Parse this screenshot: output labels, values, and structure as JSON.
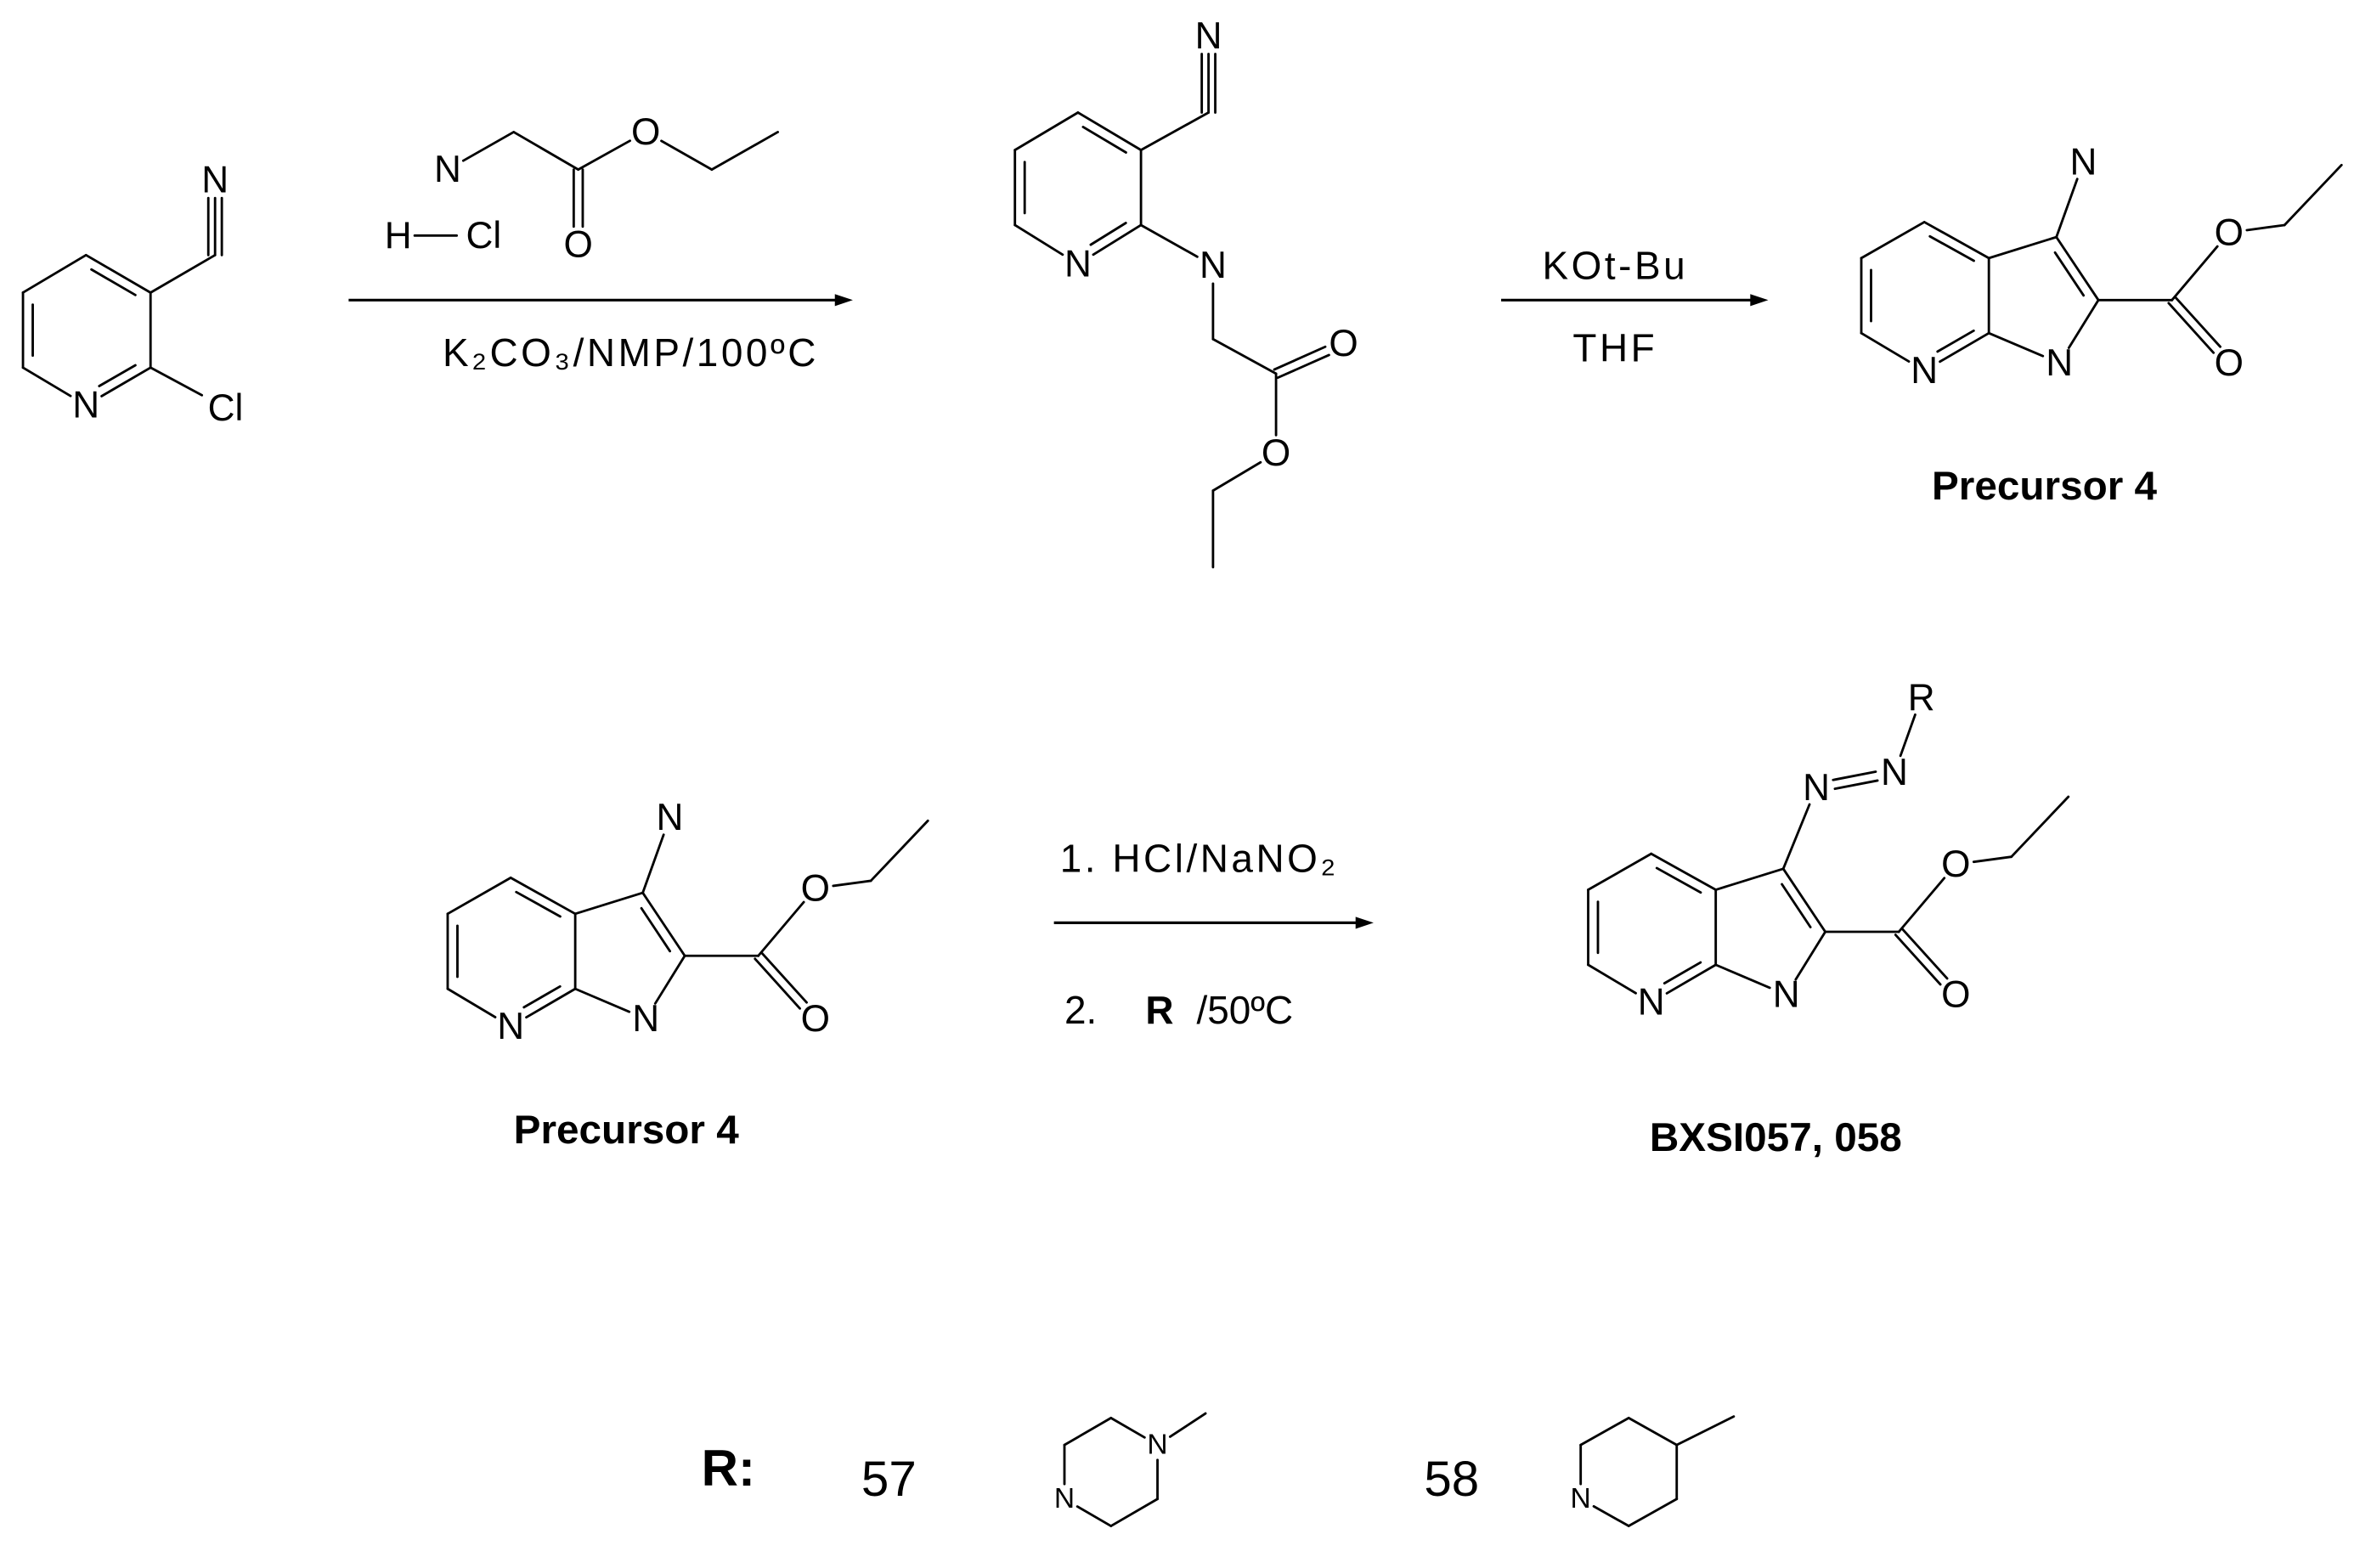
{
  "atoms": {
    "N": "N",
    "O": "O",
    "Cl": "Cl",
    "H": "H",
    "R": "R"
  },
  "step1": {
    "conditions": "K₂CO₃/NMP/100ºC"
  },
  "step2": {
    "reagent": "KOt-Bu",
    "solvent": "THF"
  },
  "step3": {
    "condition_1": "1. HCl/NaNO₂",
    "step_2_number": "2.",
    "step_2_reagent": "R",
    "step_2_conditions": "/50ºC"
  },
  "compounds": {
    "precursor": "Precursor 4",
    "product": "BXSI057, 058"
  },
  "substituents": {
    "label": "R:",
    "items": [
      {
        "number": "57"
      },
      {
        "number": "58"
      }
    ]
  }
}
